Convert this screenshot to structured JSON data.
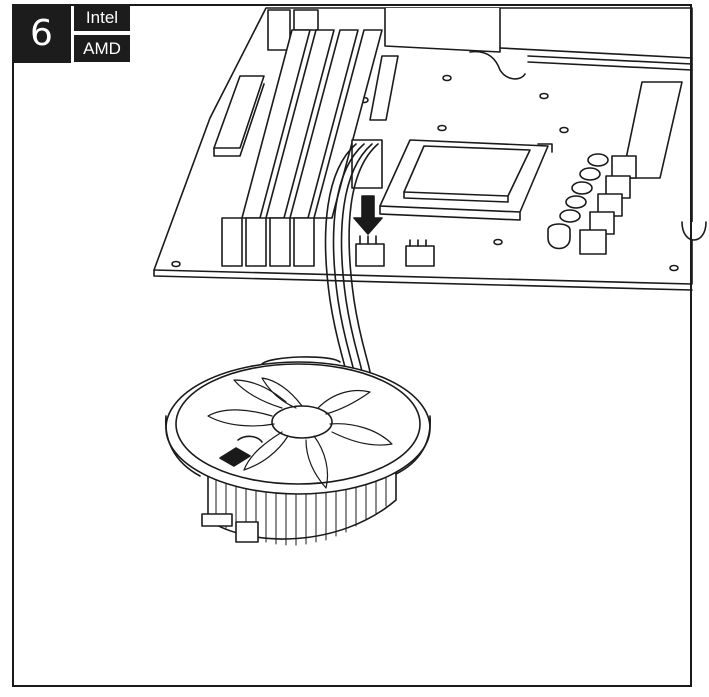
{
  "step": {
    "number": "6"
  },
  "platforms": {
    "intel": "Intel",
    "amd": "AMD"
  },
  "colors": {
    "badge_background": "#1c1c1c",
    "badge_text": "#ffffff",
    "line": "#1a1a1a"
  },
  "icons": {
    "arrow": "down-arrow-icon"
  }
}
